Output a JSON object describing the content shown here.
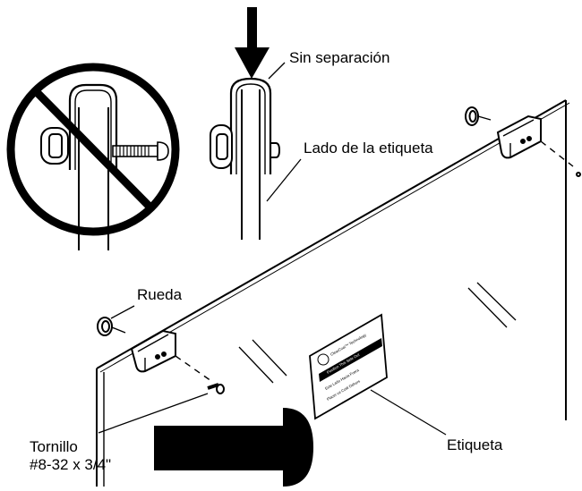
{
  "diagram": {
    "labels": {
      "no_gap": "Sin separación",
      "label_side": "Lado de la etiqueta",
      "wheel": "Rueda",
      "screw_line1": "Tornillo",
      "screw_line2": "#8-32 x 3/4\"",
      "label": "Etiqueta"
    },
    "sticker": {
      "brand": "ClearCoat™ Technology",
      "line1": "Position This Side Out",
      "line2": "Este Lado Hacia Fuera",
      "line3": "Placer ce Coté Dehors"
    },
    "colors": {
      "ink": "#000000",
      "paper": "#ffffff"
    },
    "icons": [
      "no-symbol-icon",
      "down-arrow-icon",
      "screw-icon"
    ]
  }
}
